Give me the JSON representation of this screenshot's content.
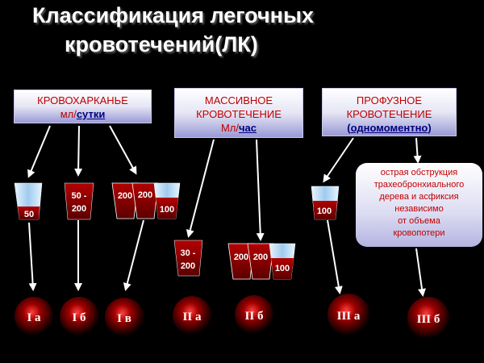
{
  "title": {
    "line1": "Классификация легочных",
    "line2": "кровотечений(ЛК)"
  },
  "headers": {
    "h1": {
      "line1": "КРОВОХАРКАНЬЕ",
      "unit_a": "мл/",
      "unit_b": "сутки"
    },
    "h2": {
      "line1": "МАССИВНОЕ",
      "line2": "КРОВОТЕЧЕНИЕ",
      "unit_a": "Мл/",
      "unit_b": "час"
    },
    "h3": {
      "line1": "ПРОФУЗНОЕ",
      "line2": "КРОВОТЕЧЕНИЕ",
      "par_open": "(",
      "unit": "одномоментно",
      "par_close": ")"
    }
  },
  "note": {
    "lines": [
      "острая обструкция",
      "трахеобронхиального",
      "дерева и асфиксия",
      "независимо",
      "от объема",
      "кровопотери"
    ]
  },
  "cups": {
    "c50": "50",
    "c50_200_a": "50 -",
    "c50_200_b": "200",
    "c200_1": "200",
    "c200_2": "200",
    "c100_1": "100",
    "c30_200_a": "30 -",
    "c30_200_b": "200",
    "c200_3": "200",
    "c200_4": "200",
    "c100_2": "100",
    "c100_3": "100"
  },
  "classes": [
    "I а",
    "I б",
    "I в",
    "II а",
    "II б",
    "III а",
    "III б"
  ],
  "colors": {
    "blood": "#8b0000",
    "glass": "#b4d8f0",
    "arrow": "#ffffff",
    "header_text": "#c00000"
  }
}
